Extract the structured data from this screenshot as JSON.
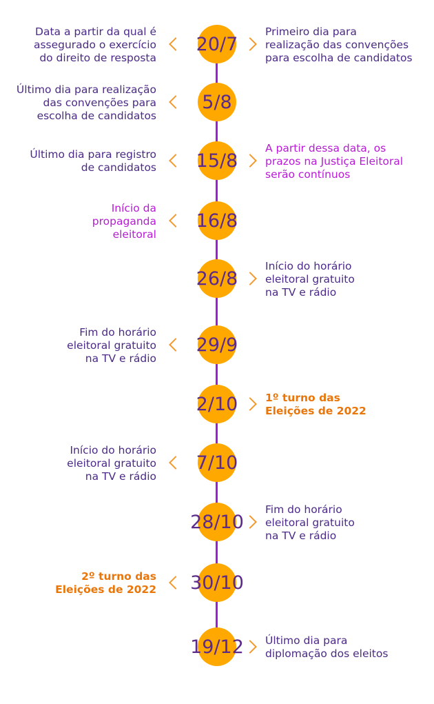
{
  "colors": {
    "line": "#9b1fd6",
    "circle": "#ffa900",
    "date_text": "#5b2a8a",
    "chevron": "#f29a2e",
    "text_purple": "#4b2a86",
    "text_magenta": "#b81ad6",
    "text_orange": "#e8760a"
  },
  "timeline": [
    {
      "date": "20/7",
      "left": {
        "lines": [
          "Data a partir da qual é",
          "assegurado o exercício",
          "do direito de resposta"
        ],
        "style": "purple"
      },
      "right": {
        "lines": [
          "Primeiro dia para",
          "realização das convenções",
          "para escolha de candidatos"
        ],
        "style": "purple"
      }
    },
    {
      "date": "5/8",
      "left": {
        "lines": [
          "Último dia para realização",
          "das convenções para",
          "escolha de candidatos"
        ],
        "style": "purple"
      },
      "right": null
    },
    {
      "date": "15/8",
      "left": {
        "lines": [
          "Último dia para registro",
          "de candidatos"
        ],
        "style": "purple"
      },
      "right": {
        "lines": [
          "A partir dessa data, os",
          "prazos na Justiça Eleitoral",
          "serão contínuos"
        ],
        "style": "magenta"
      }
    },
    {
      "date": "16/8",
      "left": {
        "lines": [
          "Início da",
          "propaganda",
          "eleitoral"
        ],
        "style": "magenta"
      },
      "right": null
    },
    {
      "date": "26/8",
      "left": null,
      "right": {
        "lines": [
          "Início do horário",
          "eleitoral gratuito",
          "na TV e rádio"
        ],
        "style": "purple"
      }
    },
    {
      "date": "29/9",
      "left": {
        "lines": [
          "Fim do horário",
          "eleitoral gratuito",
          "na TV e rádio"
        ],
        "style": "purple"
      },
      "right": null
    },
    {
      "date": "2/10",
      "left": null,
      "right": {
        "lines": [
          "1º turno das",
          "Eleições de 2022"
        ],
        "style": "orange"
      }
    },
    {
      "date": "7/10",
      "left": {
        "lines": [
          "Início do horário",
          "eleitoral gratuito",
          "na TV e rádio"
        ],
        "style": "purple"
      },
      "right": null
    },
    {
      "date": "28/10",
      "left": null,
      "right": {
        "lines": [
          "Fim do horário",
          "eleitoral gratuito",
          "na TV e rádio"
        ],
        "style": "purple"
      }
    },
    {
      "date": "30/10",
      "left": {
        "lines": [
          "2º turno das",
          "Eleições de 2022"
        ],
        "style": "orange"
      },
      "right": null
    },
    {
      "date": "19/12",
      "left": null,
      "right": {
        "lines": [
          "Último dia para",
          "diplomação dos eleitos"
        ],
        "style": "purple"
      }
    }
  ]
}
